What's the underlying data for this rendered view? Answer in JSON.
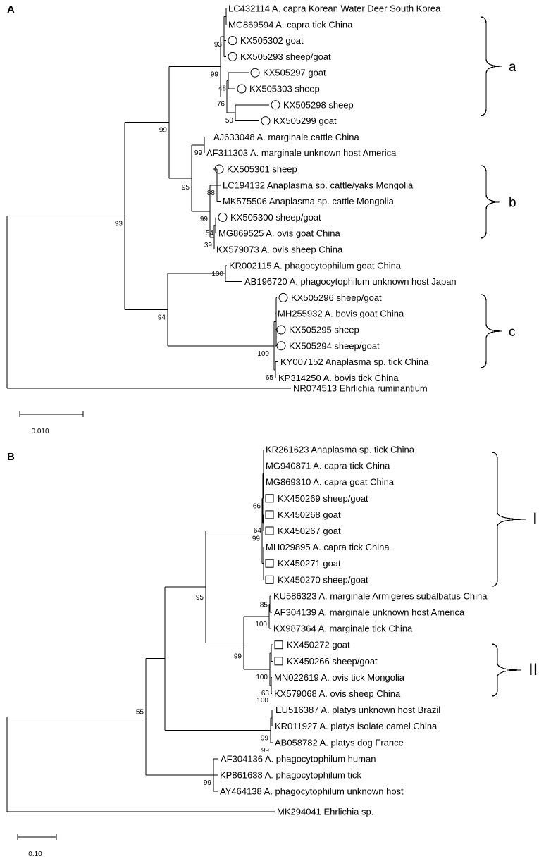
{
  "panels": [
    {
      "letter": "A",
      "scale_label": "0.010",
      "leaves": [
        {
          "label": "LC432114 A. capra Korean Water Deer South Korea",
          "marker": "none"
        },
        {
          "label": "MG869594 A. capra tick China",
          "marker": "none"
        },
        {
          "label": "KX505302 goat",
          "marker": "circle"
        },
        {
          "label": "KX505293 sheep/goat",
          "marker": "circle"
        },
        {
          "label": "KX505297 goat",
          "marker": "circle"
        },
        {
          "label": "KX505303 sheep",
          "marker": "circle"
        },
        {
          "label": "KX505298 sheep",
          "marker": "circle"
        },
        {
          "label": "KX505299 goat",
          "marker": "circle"
        },
        {
          "label": "AJ633048 A. marginale cattle China",
          "marker": "none"
        },
        {
          "label": "AF311303 A. marginale unknown host America",
          "marker": "none"
        },
        {
          "label": "KX505301 sheep",
          "marker": "circle"
        },
        {
          "label": "LC194132 Anaplasma sp. cattle/yaks Mongolia",
          "marker": "none"
        },
        {
          "label": "MK575506 Anaplasma sp. cattle Mongolia",
          "marker": "none"
        },
        {
          "label": "KX505300 sheep/goat",
          "marker": "circle"
        },
        {
          "label": "MG869525 A. ovis goat China",
          "marker": "none"
        },
        {
          "label": "KX579073 A. ovis sheep China",
          "marker": "none"
        },
        {
          "label": "KR002115 A. phagocytophilum goat China",
          "marker": "none"
        },
        {
          "label": "AB196720 A. phagocytophilum unknown host Japan",
          "marker": "none"
        },
        {
          "label": "KX505296 sheep/goat",
          "marker": "circle"
        },
        {
          "label": "MH255932 A. bovis goat China",
          "marker": "none"
        },
        {
          "label": "KX505295 sheep",
          "marker": "circle"
        },
        {
          "label": "KX505294 sheep/goat",
          "marker": "circle"
        },
        {
          "label": "KY007152 Anaplasma sp. tick China",
          "marker": "none"
        },
        {
          "label": "KP314250 A. bovis tick China",
          "marker": "none"
        },
        {
          "label": "NR074513 Ehrlichia ruminantium",
          "marker": "none"
        }
      ],
      "bootstrap": [
        "93",
        "99",
        "48",
        "50",
        "76",
        "99",
        "99",
        "95",
        "88",
        "99",
        "54",
        "39",
        "100",
        "94",
        "100",
        "65"
      ],
      "groups": [
        "a",
        "b",
        "c"
      ]
    },
    {
      "letter": "B",
      "scale_label": "0.10",
      "leaves": [
        {
          "label": "KR261623 Anaplasma sp. tick China",
          "marker": "none"
        },
        {
          "label": "MG940871 A. capra tick China",
          "marker": "none"
        },
        {
          "label": "MG869310 A. capra goat China",
          "marker": "none"
        },
        {
          "label": "KX450269 sheep/goat",
          "marker": "square"
        },
        {
          "label": "KX450268 goat",
          "marker": "square"
        },
        {
          "label": "KX450267 goat",
          "marker": "square"
        },
        {
          "label": "MH029895 A. capra tick China",
          "marker": "none"
        },
        {
          "label": "KX450271 goat",
          "marker": "square"
        },
        {
          "label": "KX450270 sheep/goat",
          "marker": "square"
        },
        {
          "label": "KU586323 A. marginale Armigeres subalbatus China",
          "marker": "none"
        },
        {
          "label": "AF304139 A. marginale unknown host America",
          "marker": "none"
        },
        {
          "label": "KX987364 A. marginale tick China",
          "marker": "none"
        },
        {
          "label": "KX450272 goat",
          "marker": "square"
        },
        {
          "label": "KX450266 sheep/goat",
          "marker": "square"
        },
        {
          "label": "MN022619 A. ovis tick Mongolia",
          "marker": "none"
        },
        {
          "label": "KX579068 A. ovis sheep China",
          "marker": "none"
        },
        {
          "label": "EU516387 A. platys unknown host Brazil",
          "marker": "none"
        },
        {
          "label": "KR011927 A. platys isolate camel China",
          "marker": "none"
        },
        {
          "label": "AB058782 A. platys dog France",
          "marker": "none"
        },
        {
          "label": "AF304136 A. phagocytophilum human",
          "marker": "none"
        },
        {
          "label": "KP861638 A. phagocytophilum tick",
          "marker": "none"
        },
        {
          "label": "AY464138 A. phagocytophilum unknown host",
          "marker": "none"
        },
        {
          "label": "MK294041 Ehrlichia sp.",
          "marker": "none"
        }
      ],
      "bootstrap": [
        "66",
        "64",
        "99",
        "95",
        "85",
        "100",
        "99",
        "100",
        "63",
        "100",
        "55",
        "99",
        "99",
        "99"
      ],
      "groups": [
        "I",
        "II"
      ]
    }
  ]
}
